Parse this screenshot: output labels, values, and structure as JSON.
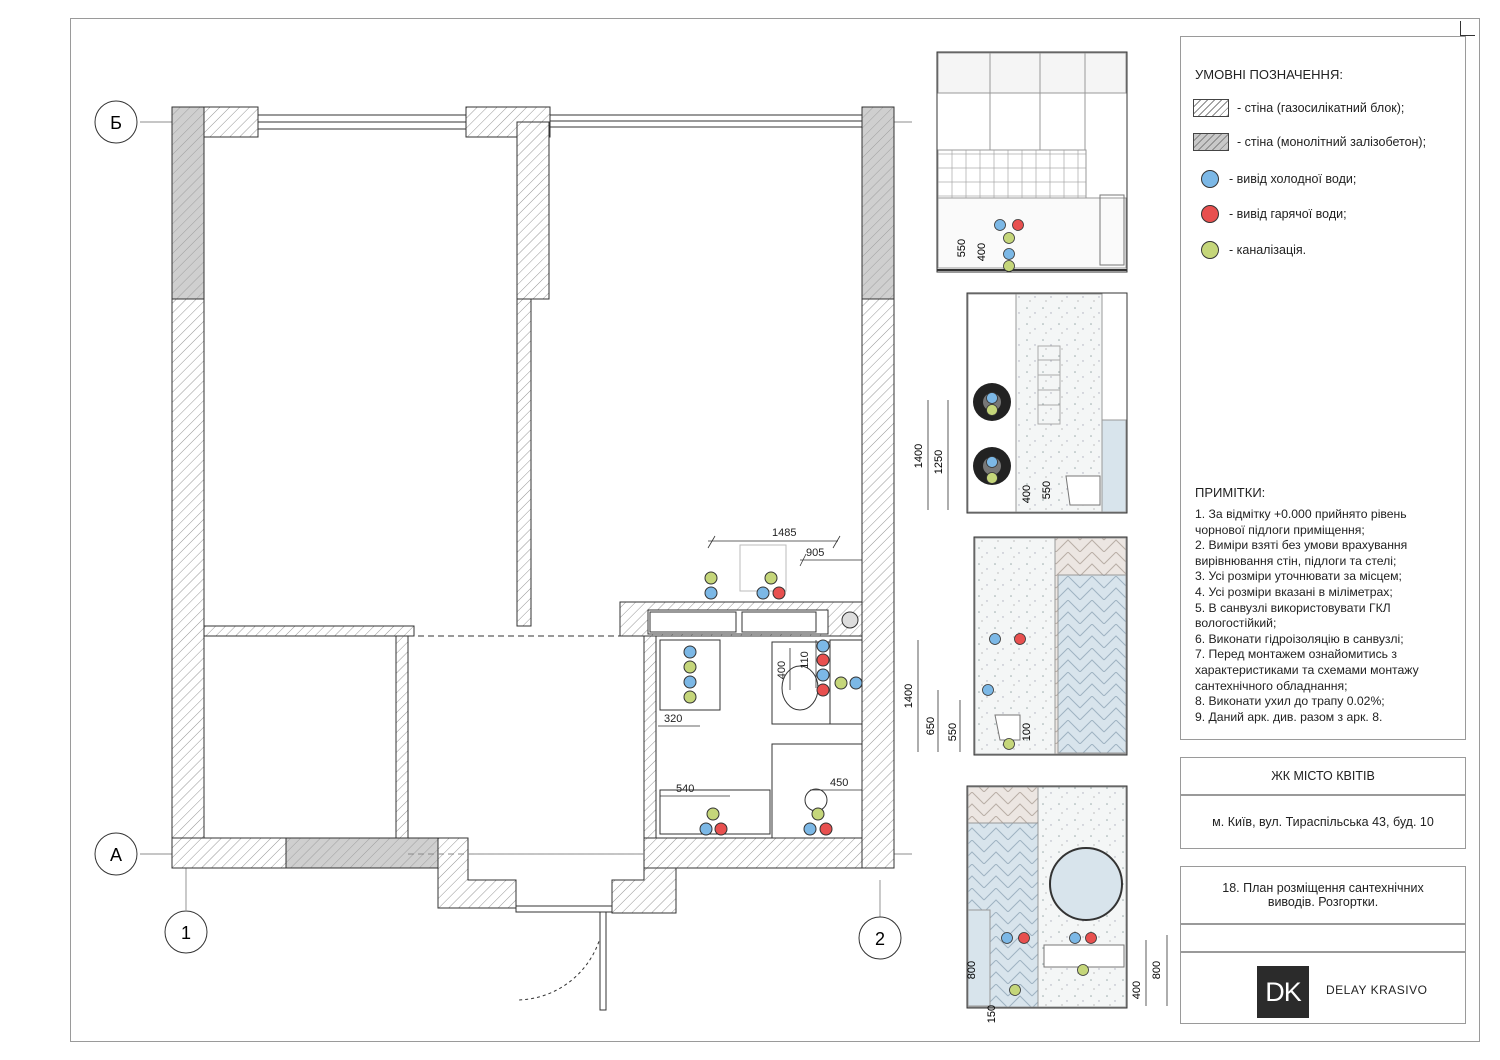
{
  "axes": {
    "b": "Б",
    "a": "А",
    "one": "1",
    "two": "2"
  },
  "plan_dims": {
    "d1485": "1485",
    "d905": "905",
    "d110": "110",
    "d400": "400",
    "d320": "320",
    "d540": "540",
    "d450": "450"
  },
  "elev1_dims": {
    "d550": "550",
    "d400": "400"
  },
  "elev2_dims": {
    "d1400": "1400",
    "d1250": "1250",
    "d400": "400",
    "d550": "550"
  },
  "elev3_dims": {
    "d1400": "1400",
    "d650": "650",
    "d550": "550",
    "d100": "100"
  },
  "elev4_dims": {
    "d800a": "800",
    "d150": "150",
    "d400": "400",
    "d800b": "800"
  },
  "legend": {
    "title": "УМОВНІ ПОЗНАЧЕННЯ:",
    "items": [
      {
        "label": "- стіна (газосилікатний блок);"
      },
      {
        "label": "- стіна (монолітний залізобетон);"
      },
      {
        "label": "- вивід холодної води;"
      },
      {
        "label": "- вивід гарячої води;"
      },
      {
        "label": "- каналізація."
      }
    ]
  },
  "notes": {
    "title": "ПРИМІТКИ:",
    "lines": [
      "1. За відмітку +0.000 прийнято рівень",
      "чорнової підлоги приміщення;",
      "2. Виміри взяті без умови врахування",
      "вирівнювання стін, підлоги та стелі;",
      "3. Усі розміри уточнювати за місцем;",
      "4. Усі розміри вказані в міліметрах;",
      "5. В санвузлі використовувати ГКЛ",
      "вологостійкий;",
      "6. Виконати гідроізоляцію в санвузлі;",
      "7. Перед монтажем ознайомитись з",
      "характеристиками та схемами монтажу",
      "сантехнічного обладнання;",
      "8. Виконати ухил до трапу 0.02%;",
      "9. Даний арк. див. разом з арк. 8."
    ]
  },
  "title_block": {
    "project": "ЖК МІСТО КВІТІВ",
    "address": "м. Київ, вул. Тираспільська 43, буд. 10",
    "sheet_line1": "18. План розміщення сантехнічних",
    "sheet_line2": "виводів. Розгортки.",
    "logo": "DK",
    "company": "DELAY KRASIVO"
  },
  "colors": {
    "cold": "#7cb8e6",
    "hot": "#e8504f",
    "sewer": "#c5d67a",
    "mono": "#c8c8c8",
    "line": "#333333"
  }
}
